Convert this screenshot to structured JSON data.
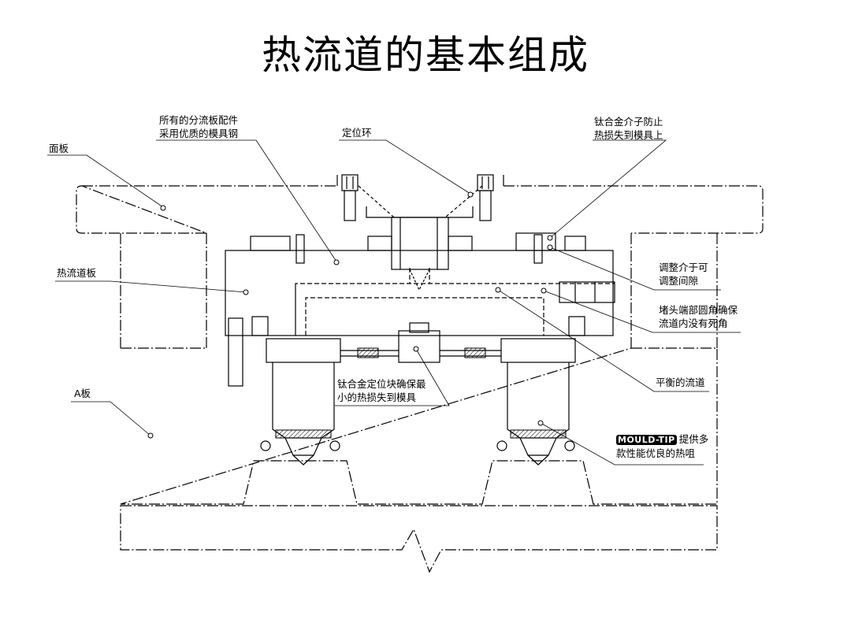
{
  "title": "热流道的基本组成",
  "labels": {
    "face_plate": "面板",
    "manifold_parts_1": "所有的分流板配件",
    "manifold_parts_2": "采用优质的模具钢",
    "locating_ring": "定位环",
    "titanium_top_1": "钛合金介子防止",
    "titanium_top_2": "热损失到模具上",
    "manifold": "热流道板",
    "adjust_1": "调整介于可",
    "adjust_2": "调整间隙",
    "plug_1": "堵头端部圆角确保",
    "plug_2": "流道内没有死角",
    "balanced": "平衡的流道",
    "a_plate": "A板",
    "titanium_block_1": "钛合金定位块确保最",
    "titanium_block_2": "小的热损失到模具",
    "mould_tip_brand": "MOULD-TIP",
    "mould_tip_1": "提供多",
    "mould_tip_2": "款性能优良的热咀"
  }
}
